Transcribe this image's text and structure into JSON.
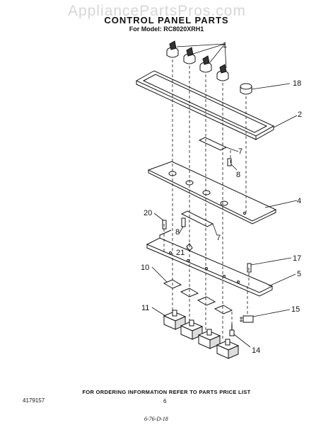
{
  "watermark": "AppliancePartsPros.com",
  "title": "CONTROL PANEL PARTS",
  "subtitle": "For Model: RC8020XRH1",
  "footer": {
    "ordering_info": "FOR ORDERING INFORMATION REFER TO PARTS PRICE LIST",
    "doc_number": "4179157",
    "page_number": "6",
    "handwritten_note": "6-76-D-18"
  },
  "callouts": {
    "p1": "1",
    "p18": "18",
    "p2": "2",
    "p7a": "7",
    "p8a": "8",
    "p4": "4",
    "p20": "20",
    "p8b": "8",
    "p7b": "7",
    "p21": "21",
    "p17": "17",
    "p10": "10",
    "p5": "5",
    "p11": "11",
    "p15": "15",
    "p14": "14"
  }
}
